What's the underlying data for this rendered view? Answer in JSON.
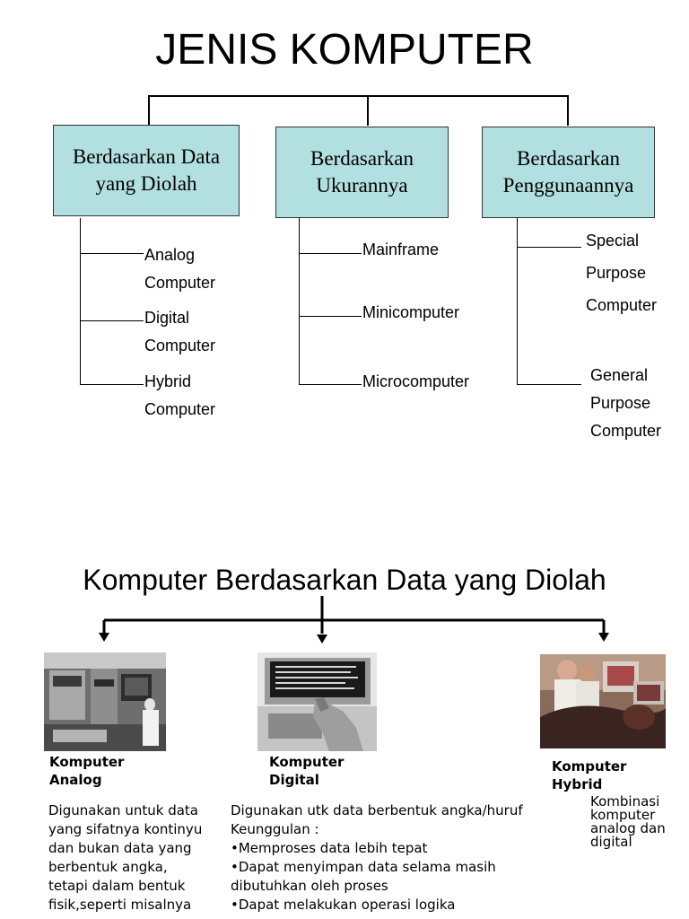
{
  "title": "JENIS KOMPUTER",
  "categories": [
    {
      "label_lines": [
        "Berdasarkan Data",
        "yang Diolah"
      ],
      "items": [
        [
          "Analog",
          "Computer"
        ],
        [
          "Digital",
          "Computer"
        ],
        [
          "Hybrid",
          "Computer"
        ]
      ]
    },
    {
      "label_lines": [
        "Berdasarkan",
        "Ukurannya"
      ],
      "items": [
        [
          "Mainframe"
        ],
        [
          "Minicomputer"
        ],
        [
          "Microcomputer"
        ]
      ]
    },
    {
      "label_lines": [
        "Berdasarkan",
        "Penggunaannya"
      ],
      "items": [
        [
          "Special",
          "Purpose",
          "Computer"
        ],
        [
          "General",
          "Purpose",
          "Computer"
        ]
      ]
    }
  ],
  "section2": {
    "title": "Komputer Berdasarkan Data yang Diolah",
    "types": [
      {
        "name_lines": [
          "Komputer",
          "Analog"
        ],
        "photo": "analog-computer-photo",
        "desc_lines": [
          "Digunakan untuk data",
          "yang sifatnya kontinyu",
          "dan bukan data yang",
          "berbentuk angka,",
          "tetapi dalam bentuk",
          "fisik,seperti misalnya"
        ]
      },
      {
        "name_lines": [
          "Komputer",
          "Digital"
        ],
        "photo": "digital-computer-photo",
        "desc_lines": [
          "Digunakan utk data berbentuk angka/huruf",
          "Keunggulan :",
          "•Memproses data lebih tepat",
          "•Dapat menyimpan data selama masih",
          "dibutuhkan oleh proses",
          "•Dapat melakukan operasi logika"
        ]
      },
      {
        "name_lines": [
          "Komputer",
          "Hybrid"
        ],
        "photo": "hybrid-computer-photo",
        "desc_lines": [
          "Kombinasi",
          "komputer",
          "analog dan",
          "digital"
        ]
      }
    ]
  },
  "colors": {
    "box_fill": "#b2dfe0",
    "line": "#000000"
  }
}
